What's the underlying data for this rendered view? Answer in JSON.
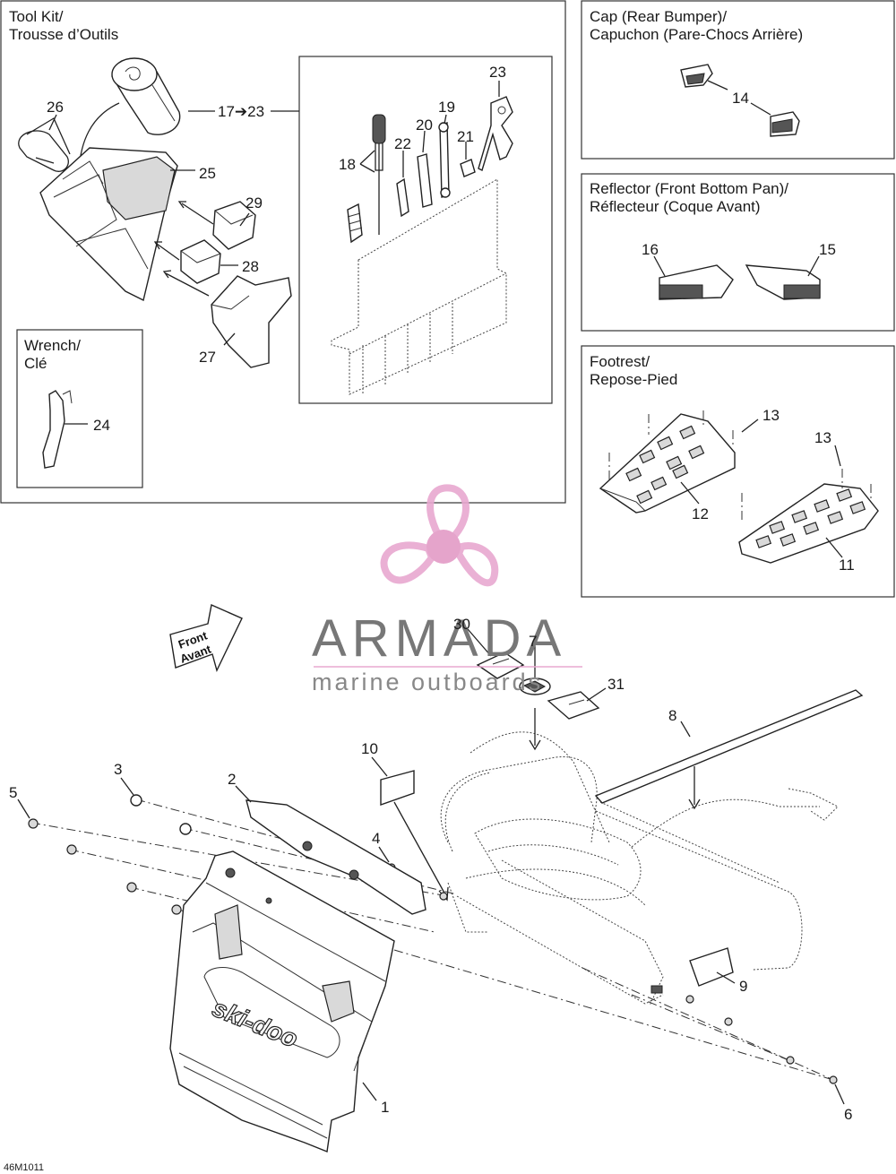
{
  "panels": {
    "tool_kit": {
      "title_line1": "Tool Kit/",
      "title_line2": "Trousse d’Outils"
    },
    "wrench": {
      "title_line1": "Wrench/",
      "title_line2": "Clé"
    },
    "cap": {
      "title_line1": "Cap (Rear Bumper)/",
      "title_line2": "Capuchon (Pare-Chocs Arrière)"
    },
    "reflector": {
      "title_line1": "Reflector (Front Bottom Pan)/",
      "title_line2": "Réflecteur (Coque Avant)"
    },
    "footrest": {
      "title_line1": "Footrest/",
      "title_line2": "Repose-Pied"
    }
  },
  "callouts": {
    "c1": "1",
    "c2": "2",
    "c3": "3",
    "c4": "4",
    "c5": "5",
    "c6": "6",
    "c7": "7",
    "c8": "8",
    "c9": "9",
    "c10": "10",
    "c11": "11",
    "c12": "12",
    "c13a": "13",
    "c13b": "13",
    "c14": "14",
    "c15": "15",
    "c16": "16",
    "c17_23": "17➔23",
    "c18": "18",
    "c19": "19",
    "c20": "20",
    "c21": "21",
    "c22": "22",
    "c23": "23",
    "c24": "24",
    "c25": "25",
    "c26": "26",
    "c27": "27",
    "c28": "28",
    "c29": "29",
    "c30": "30",
    "c31": "31"
  },
  "front_arrow": {
    "line1": "Front",
    "line2": "Avant"
  },
  "flap_logo": "ski-doo",
  "watermark": {
    "brand": "ARMADA",
    "tagline": "marine outboards"
  },
  "figure_code": "46M1011",
  "colors": {
    "watermark_pink": "#e8a8d0",
    "watermark_pink_dark": "#e39bc6",
    "line": "#222222"
  }
}
